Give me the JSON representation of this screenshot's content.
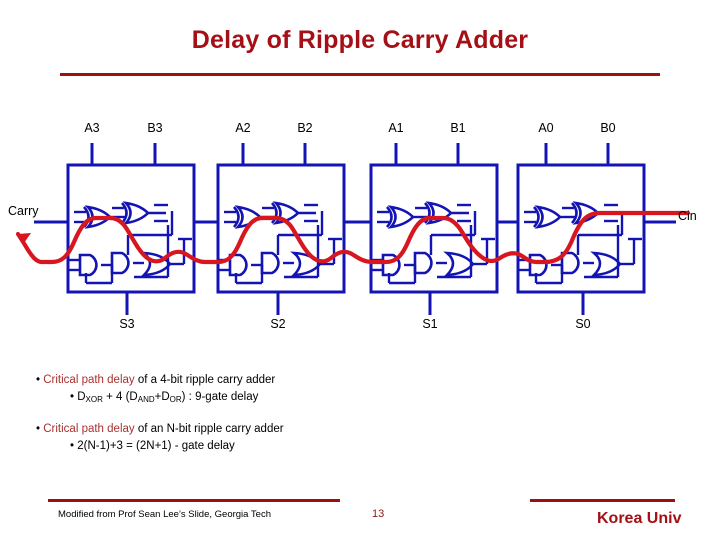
{
  "slide": {
    "title": "Delay of Ripple Carry Adder",
    "page_number": "13",
    "accent_color": "#A50F16",
    "rule_color": "#9B1112",
    "wire_color": "#1414B4",
    "critical_path_color": "#D71620"
  },
  "diagram": {
    "name": "4-bit ripple carry adder",
    "carry_out_label": "Carry",
    "carry_in_label": "Cin",
    "blocks": [
      {
        "a": "A3",
        "b": "B3",
        "sum": "S3"
      },
      {
        "a": "A2",
        "b": "B2",
        "sum": "S2"
      },
      {
        "a": "A1",
        "b": "B1",
        "sum": "S1"
      },
      {
        "a": "A0",
        "b": "B0",
        "sum": "S0"
      }
    ]
  },
  "bullets": {
    "b1_marker": "•",
    "b1_highlight": "Critical path delay",
    "b1_rest": " of a 4-bit ripple carry adder",
    "b1_sub_marker": "•",
    "b1_sub_a": "D",
    "b1_sub_a_sub": "XOR",
    "b1_sub_b": " + 4 (D",
    "b1_sub_b_sub": "AND",
    "b1_sub_c": "+D",
    "b1_sub_c_sub": "OR",
    "b1_sub_d": ") : 9-gate delay",
    "b2_marker": "•",
    "b2_highlight": "Critical path delay",
    "b2_rest": " of an N-bit ripple carry adder",
    "b2_sub_marker": "•",
    "b2_sub_text": "2(N-1)+3 = (2N+1) - gate delay"
  },
  "footer": {
    "note": "Modified from Prof Sean Lee’s Slide, Georgia Tech",
    "page": "13",
    "brand": "Korea Univ"
  }
}
